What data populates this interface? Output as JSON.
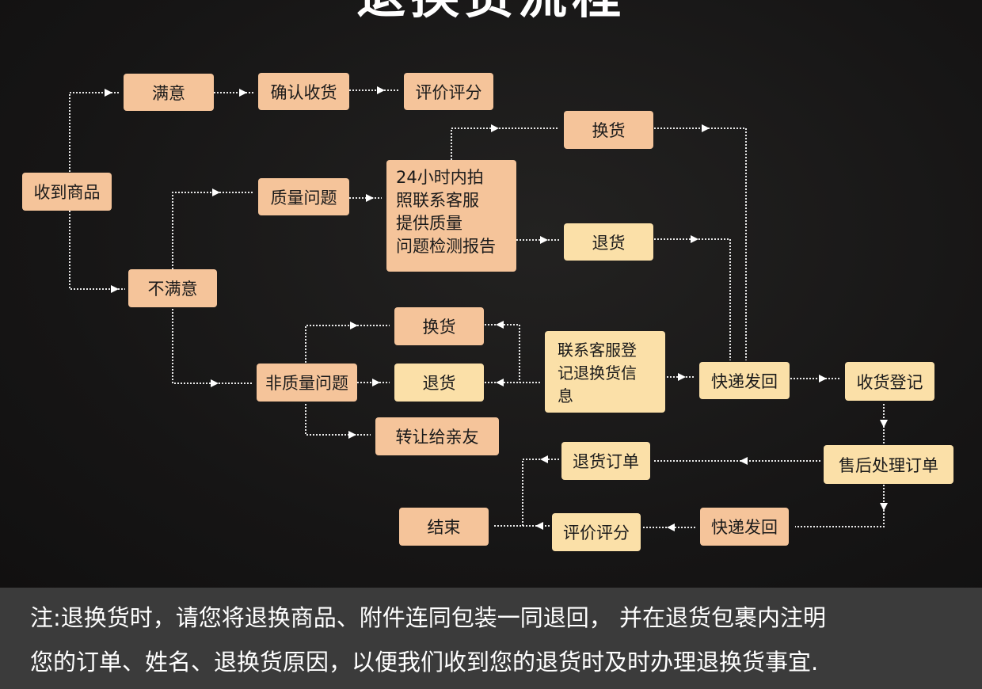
{
  "title": "退换货流程",
  "nodes": {
    "receive": "收到商品",
    "satisfied": "满意",
    "confirm_receipt": "确认收货",
    "review_top": "评价评分",
    "unsatisfied": "不满意",
    "quality_issue": "质量问题",
    "photo_contact": "24小时内拍\n照联系客服\n提供质量\n问题检测报告",
    "exchange_top": "换货",
    "return_top": "退货",
    "non_quality_issue": "非质量问题",
    "exchange_mid": "换货",
    "return_mid": "退货",
    "transfer": "转让给亲友",
    "contact_register": "联系客服登\n记退换货信\n息",
    "express_back_mid": "快递发回",
    "receipt_register": "收货登记",
    "aftersale_order": "售后处理订单",
    "return_order": "退货订单",
    "express_back_bottom": "快递发回",
    "review_bottom": "评价评分",
    "end": "结束"
  },
  "note": {
    "line1": "注:退换货时，请您将退换商品、附件连同包装一同退回， 并在退货包裹内注明",
    "line2": "您的订单、姓名、退换货原因，以便我们收到您的退货时及时办理退换货事宜."
  },
  "colors": {
    "box_peach": "#f5c49a",
    "box_cream": "#fbe0a8",
    "background": "#151414",
    "note_bar": "#3b3b3b"
  }
}
